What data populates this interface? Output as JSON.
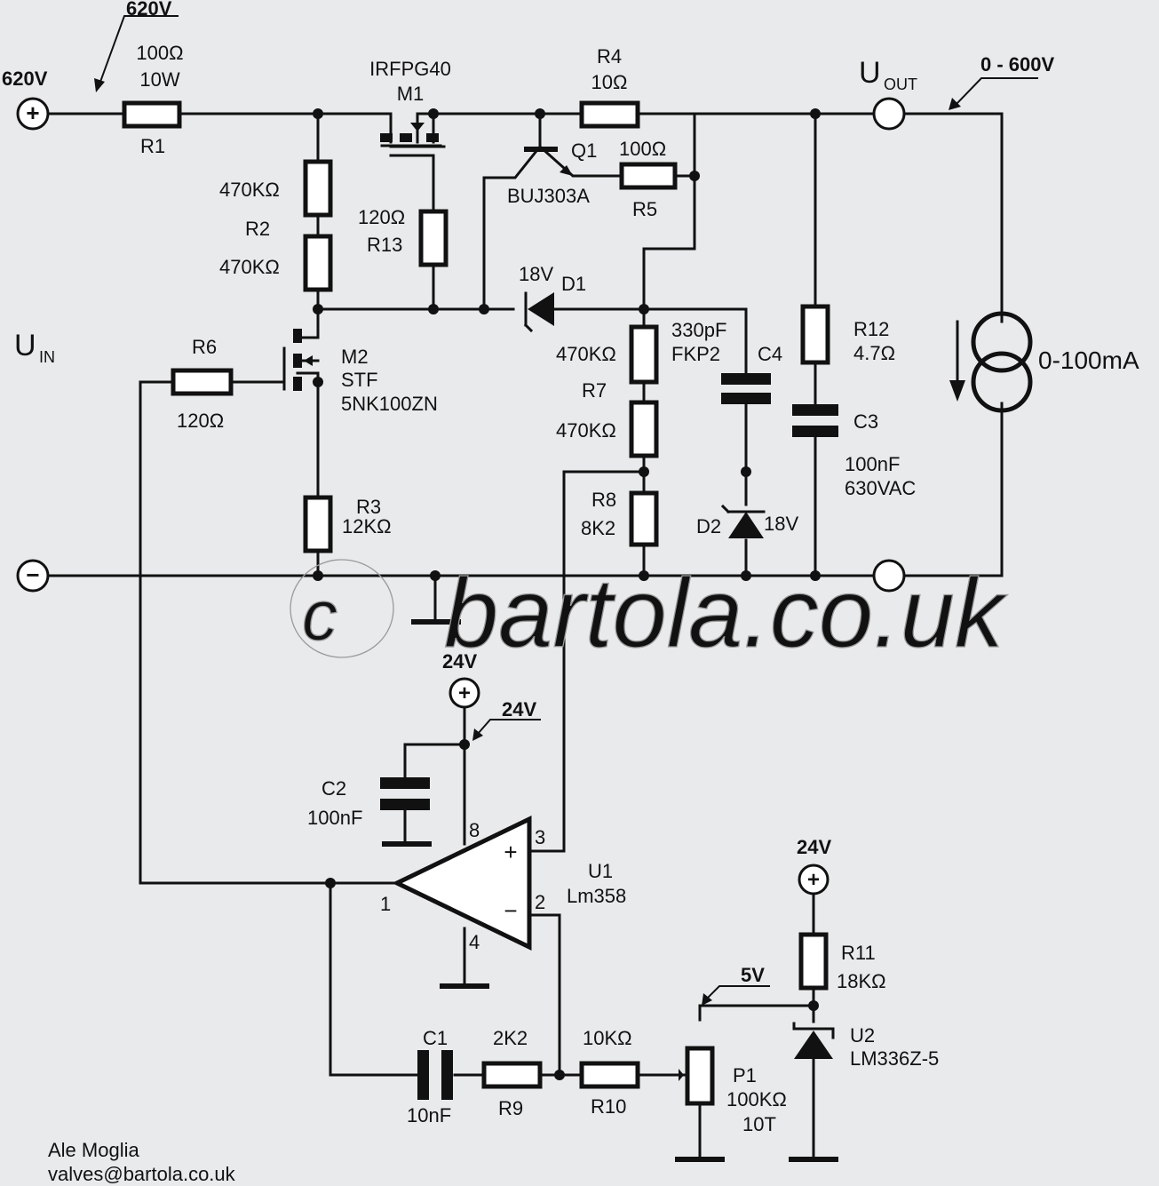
{
  "supply": {
    "input_voltage": "620V",
    "input_arrow": "620V",
    "supply_24v": "24V",
    "arrow_24v": "24V",
    "supply_24v_b": "24V",
    "arrow_5v": "5V"
  },
  "io": {
    "u_in": "U",
    "u_in_sub": "IN",
    "u_out": "U",
    "u_out_sub": "OUT",
    "out_range": "0 - 600V",
    "load_current": "0-100mA"
  },
  "r1": {
    "value": "100Ω",
    "power": "10W",
    "ref": "R1"
  },
  "r2": {
    "value_a": "470KΩ",
    "ref": "R2",
    "value_b": "470KΩ"
  },
  "r3": {
    "ref": "R3",
    "value": "12KΩ"
  },
  "r4": {
    "ref": "R4",
    "value": "10Ω"
  },
  "r5": {
    "value": "100Ω",
    "ref": "R5"
  },
  "r6": {
    "ref": "R6",
    "value": "120Ω"
  },
  "r7": {
    "value_a": "470KΩ",
    "ref": "R7",
    "value_b": "470KΩ"
  },
  "r8": {
    "ref": "R8",
    "value": "8K2"
  },
  "r9": {
    "value": "2K2",
    "ref": "R9"
  },
  "r10": {
    "value": "10KΩ",
    "ref": "R10"
  },
  "r11": {
    "ref": "R11",
    "value": "18KΩ"
  },
  "r12": {
    "ref": "R12",
    "value": "4.7Ω"
  },
  "r13": {
    "value": "120Ω",
    "ref": "R13"
  },
  "m1": {
    "part": "IRFPG40",
    "ref": "M1"
  },
  "m2": {
    "ref": "M2",
    "part_a": "STF",
    "part_b": "5NK100ZN"
  },
  "q1": {
    "ref": "Q1",
    "part": "BUJ303A"
  },
  "d1": {
    "voltage": "18V",
    "ref": "D1"
  },
  "d2": {
    "ref": "D2",
    "voltage": "18V"
  },
  "c1": {
    "ref": "C1",
    "value": "10nF"
  },
  "c2": {
    "ref": "C2",
    "value": "100nF"
  },
  "c3": {
    "ref": "C3",
    "value": "100nF",
    "rating": "630VAC"
  },
  "c4": {
    "value": "330pF",
    "type": "FKP2",
    "ref": "C4"
  },
  "u1": {
    "ref": "U1",
    "part": "Lm358",
    "pin1": "1",
    "pin2": "2",
    "pin3": "3",
    "pin4": "4",
    "pin8": "8",
    "plus": "+",
    "minus": "−"
  },
  "u2": {
    "ref": "U2",
    "part": "LM336Z-5"
  },
  "p1": {
    "ref": "P1",
    "value": "100KΩ",
    "turns": "10T"
  },
  "terminals": {
    "plus": "+",
    "minus": "−"
  },
  "author": {
    "name": "Ale Moglia",
    "email": "valves@bartola.co.uk"
  },
  "watermark": {
    "copyright": "c",
    "site": "bartola.co.uk"
  }
}
